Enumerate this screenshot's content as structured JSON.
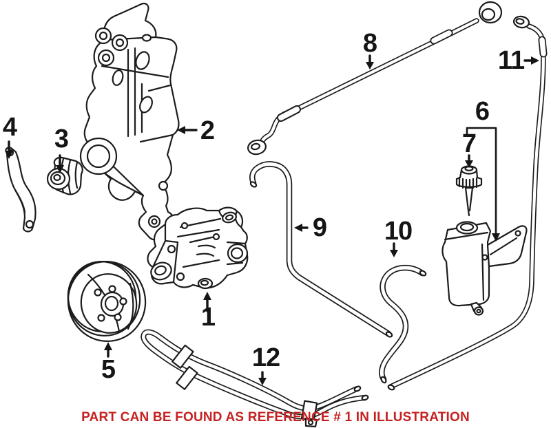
{
  "page": {
    "background": "#ffffff",
    "ink_color": "#1c1c1c"
  },
  "footer": {
    "notice_text": "PART CAN BE FOUND AS REFERENCE # 1 IN ILLUSTRATION",
    "color": "#c62121"
  },
  "diagram": {
    "type": "exploded-parts-illustration",
    "subject": "power-steering-pump-system",
    "callouts": [
      {
        "number": "1",
        "part": "power-steering-pump"
      },
      {
        "number": "2",
        "part": "mounting-bracket"
      },
      {
        "number": "3",
        "part": "bushing"
      },
      {
        "number": "4",
        "part": "support-arm"
      },
      {
        "number": "5",
        "part": "pulley"
      },
      {
        "number": "6",
        "part": "reservoir-assembly"
      },
      {
        "number": "7",
        "part": "reservoir-cap-dipstick"
      },
      {
        "number": "8",
        "part": "pressure-hose"
      },
      {
        "number": "9",
        "part": "suction-hose"
      },
      {
        "number": "10",
        "part": "feed-hose"
      },
      {
        "number": "11",
        "part": "return-line"
      },
      {
        "number": "12",
        "part": "cooler-pipe"
      }
    ]
  }
}
